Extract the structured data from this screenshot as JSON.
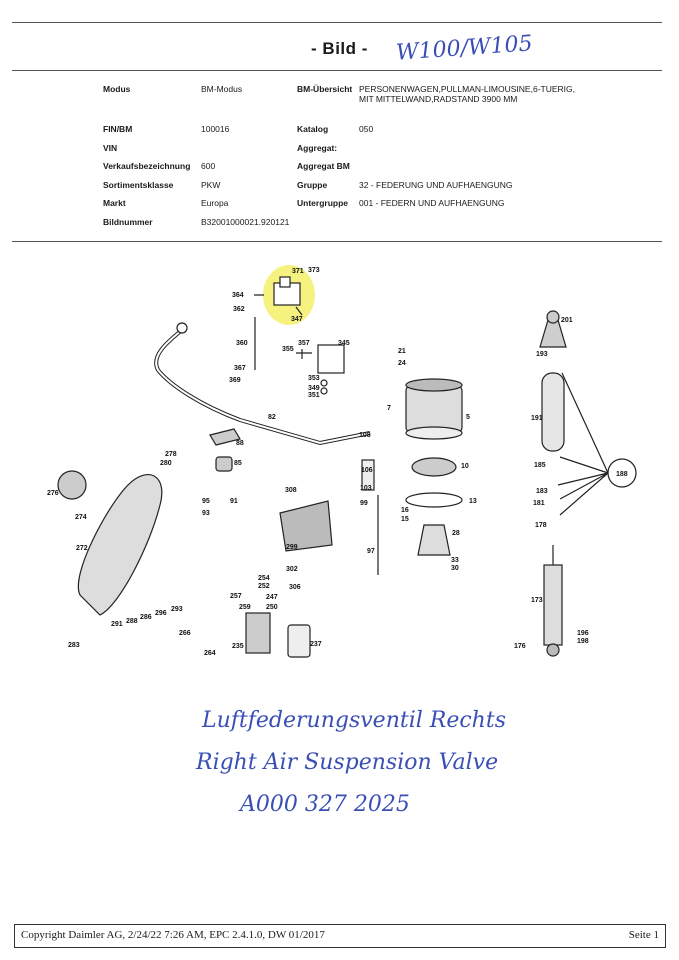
{
  "header": {
    "title": "- Bild -",
    "handwritten_models": "W100/W105"
  },
  "meta": {
    "rows": [
      {
        "label1": "Modus",
        "value1": "BM-Modus",
        "label2": "BM-Übersicht",
        "value2": "PERSONENWAGEN,PULLMAN-LIMOUSINE,6-TUERIG, MIT MITTELWAND,RADSTAND 3900 MM"
      },
      {
        "label1": "FIN/BM",
        "value1": "100016",
        "label2": "Katalog",
        "value2": "050"
      },
      {
        "label1": "VIN",
        "value1": "",
        "label2": "Aggregat:",
        "value2": ""
      },
      {
        "label1": "Verkaufsbezeichnung",
        "value1": "600",
        "label2": "Aggregat BM",
        "value2": ""
      },
      {
        "label1": "Sortimentsklasse",
        "value1": "PKW",
        "label2": "Gruppe",
        "value2": "32 - FEDERUNG UND AUFHAENGUNG"
      },
      {
        "label1": "Markt",
        "value1": "Europa",
        "label2": "Untergruppe",
        "value2": "001 - FEDERN UND AUFHAENGUNG"
      },
      {
        "label1": "Bildnummer",
        "value1": "B32001000021.920121",
        "label2": "",
        "value2": ""
      }
    ]
  },
  "diagram": {
    "highlight_color": "#f3f06a",
    "callouts": [
      "371",
      "373",
      "364",
      "362",
      "347",
      "360",
      "355",
      "357",
      "345",
      "367",
      "369",
      "353",
      "349",
      "351",
      "82",
      "88",
      "85",
      "108",
      "106",
      "103",
      "99",
      "97",
      "21",
      "24",
      "7",
      "5",
      "10",
      "13",
      "16",
      "15",
      "28",
      "33",
      "30",
      "201",
      "193",
      "191",
      "185",
      "183",
      "181",
      "178",
      "188",
      "173",
      "176",
      "196",
      "198",
      "278",
      "280",
      "276",
      "274",
      "272",
      "95",
      "93",
      "91",
      "308",
      "299",
      "302",
      "306",
      "254",
      "252",
      "257",
      "247",
      "259",
      "250",
      "235",
      "237",
      "266",
      "264",
      "291",
      "288",
      "286",
      "296",
      "293",
      "283"
    ]
  },
  "notes": {
    "line1": "Luftfederungsventil Rechts",
    "line2": "Right Air Suspension Valve",
    "line3": "A000 327 2025"
  },
  "footer": {
    "copyright": "Copyright Daimler AG, 2/24/22 7:26 AM, EPC 2.4.1.0, DW 01/2017",
    "page": "Seite 1"
  }
}
